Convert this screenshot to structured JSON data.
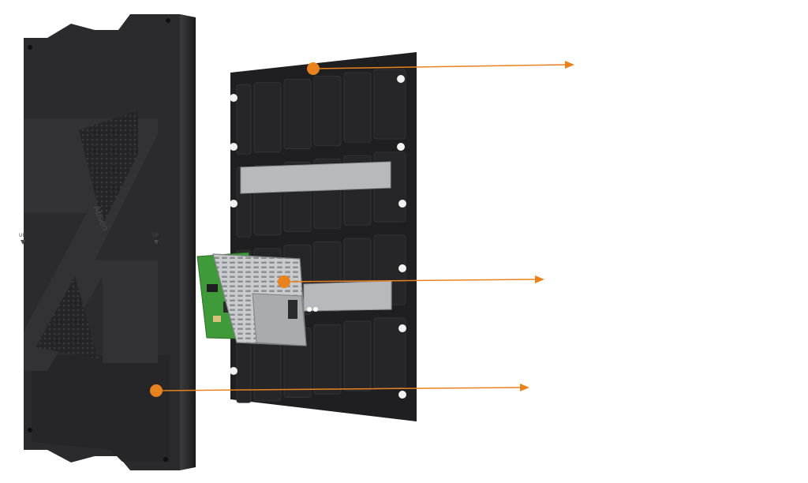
{
  "diagram": {
    "accent_color": "#e8821e",
    "housing_color": "#2b2b2d",
    "panel_color": "#1f1f21",
    "bracket_color": "#b9bcbe",
    "pcb_color": "#3e9a3a",
    "housing_logo": "Absen",
    "housing_labels": [
      "UP",
      "UP"
    ],
    "callouts": [
      {
        "id": "led-module",
        "label": ""
      },
      {
        "id": "power-control-unit",
        "label": ""
      },
      {
        "id": "rear-housing",
        "label": ""
      }
    ]
  }
}
